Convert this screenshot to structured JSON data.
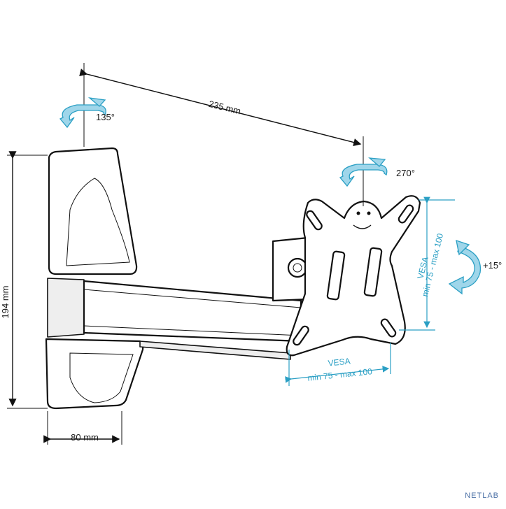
{
  "dimensions": {
    "height": "194 mm",
    "depth": "80 mm",
    "arm_length": "235 mm"
  },
  "rotations": {
    "wall_swivel": "135°",
    "arm_swivel": "270°",
    "tilt": "+15°"
  },
  "vesa": {
    "label": "VESA",
    "range": "min 75 - max 100"
  },
  "watermark": "NETLAB"
}
